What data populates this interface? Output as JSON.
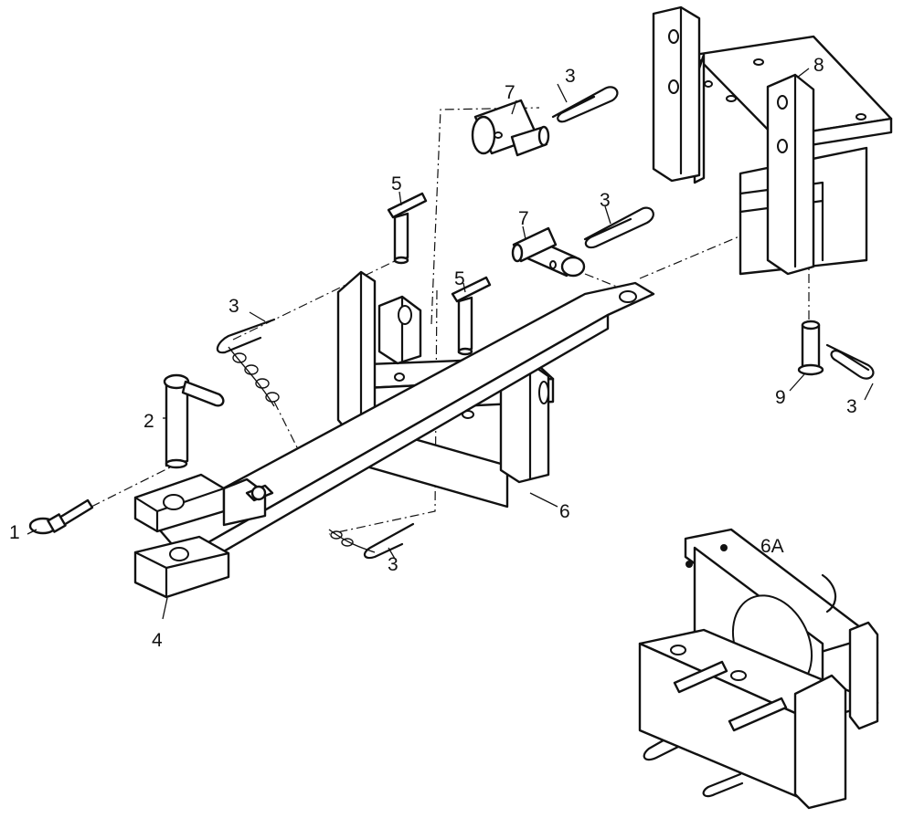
{
  "callouts": [
    {
      "id": "1",
      "label": "1"
    },
    {
      "id": "2",
      "label": "2"
    },
    {
      "id": "3a",
      "label": "3"
    },
    {
      "id": "3b",
      "label": "3"
    },
    {
      "id": "3c",
      "label": "3"
    },
    {
      "id": "3d",
      "label": "3"
    },
    {
      "id": "3e",
      "label": "3"
    },
    {
      "id": "4",
      "label": "4"
    },
    {
      "id": "5a",
      "label": "5"
    },
    {
      "id": "5b",
      "label": "5"
    },
    {
      "id": "6",
      "label": "6"
    },
    {
      "id": "6A",
      "label": "6A"
    },
    {
      "id": "7a",
      "label": "7"
    },
    {
      "id": "7b",
      "label": "7"
    },
    {
      "id": "8",
      "label": "8"
    },
    {
      "id": "9",
      "label": "9"
    }
  ]
}
